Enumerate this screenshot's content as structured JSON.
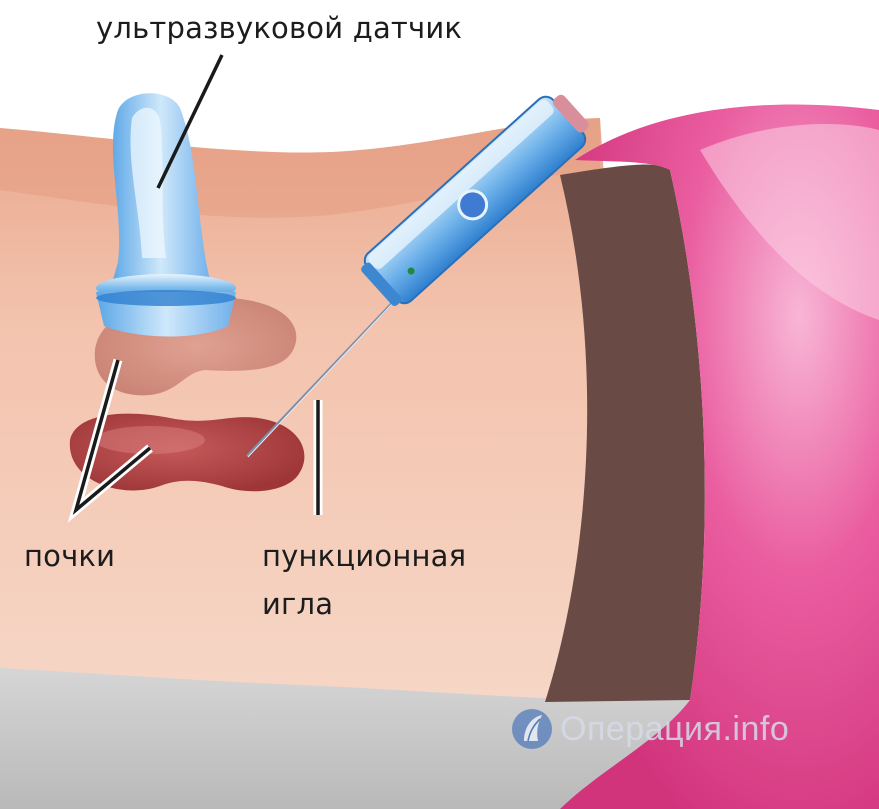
{
  "labels": {
    "probe": "ультразвуковой датчик",
    "kidneys": "почки",
    "needle_line1": "пункционная",
    "needle_line2": "игла"
  },
  "watermark": {
    "text": "Операция.info",
    "icon": "logo-leaf-icon"
  },
  "colors": {
    "skin": "#f0b89e",
    "skin_light": "#f6d4c2",
    "kidney_upper": "#d99080",
    "kidney_lower": "#b9494a",
    "garment": "#e2458e",
    "waistband": "#6a4a44",
    "probe": "#8fc3ea",
    "needle_device": "#4a90d9",
    "floor": "#c9c9c9"
  }
}
